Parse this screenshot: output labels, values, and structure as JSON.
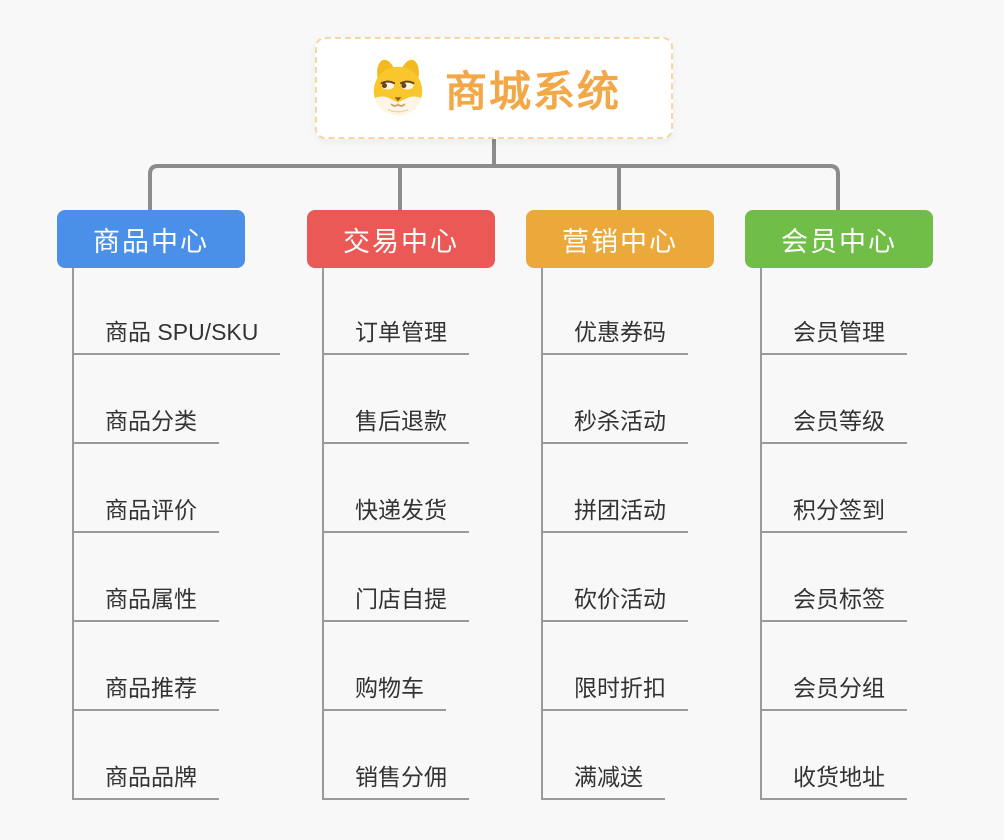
{
  "page": {
    "background_color": "#f8f8f8"
  },
  "root": {
    "title": "商城系统",
    "icon": "shiba-dog-icon",
    "text_color": "#f2a846",
    "border_color": "#f5d7a0"
  },
  "connectors": {
    "tree_line_color": "#8c8c8c",
    "leaf_line_color": "#9a9a9a",
    "leaf_text_color": "#333333"
  },
  "branches": [
    {
      "label": "商品中心",
      "color": "#4a90e8",
      "children": [
        "商品 SPU/SKU",
        "商品分类",
        "商品评价",
        "商品属性",
        "商品推荐",
        "商品品牌"
      ]
    },
    {
      "label": "交易中心",
      "color": "#ea5955",
      "children": [
        "订单管理",
        "售后退款",
        "快递发货",
        "门店自提",
        "购物车",
        "销售分佣"
      ]
    },
    {
      "label": "营销中心",
      "color": "#eba93b",
      "children": [
        "优惠券码",
        "秒杀活动",
        "拼团活动",
        "砍价活动",
        "限时折扣",
        "满减送"
      ]
    },
    {
      "label": "会员中心",
      "color": "#70be47",
      "children": [
        "会员管理",
        "会员等级",
        "积分签到",
        "会员标签",
        "会员分组",
        "收货地址"
      ]
    }
  ]
}
